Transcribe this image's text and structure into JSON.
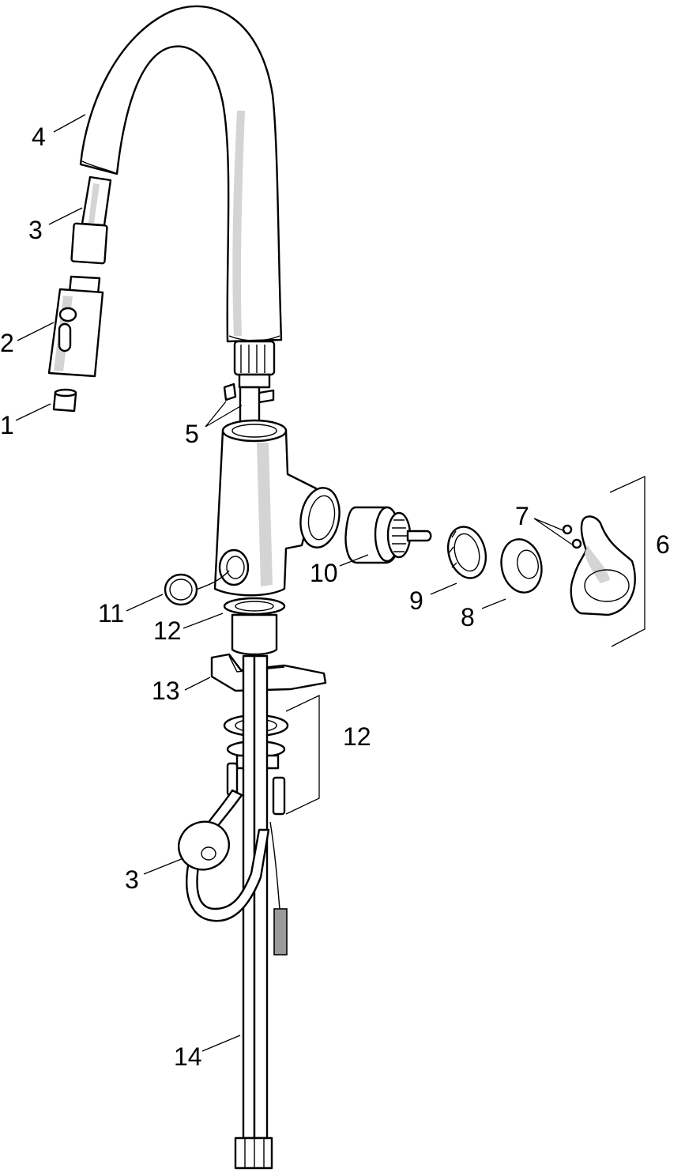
{
  "labels": {
    "spray_face_aerator": "1",
    "spray_head": "2",
    "hose_connector_top": "3",
    "spout": "4",
    "clips": "5",
    "handle_set": "6",
    "set_screws": "7",
    "escutcheon_cap": "8",
    "bonnet_nut": "9",
    "cartridge": "10",
    "cap_plug": "11",
    "gasket_top": "12",
    "mounting_bracket": "13",
    "mounting_hardware": "12",
    "hose_weight": "3",
    "supply_hoses": "14"
  },
  "colors": {
    "line": "#000000",
    "fill": "#ffffff",
    "shade": "#d4d4d4"
  }
}
